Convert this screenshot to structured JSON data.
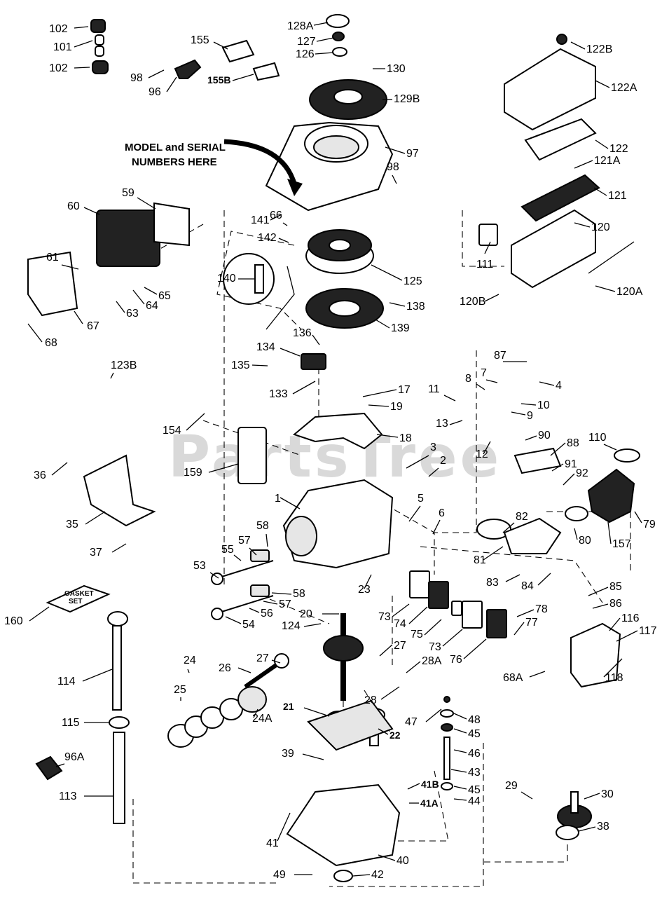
{
  "watermark": "PartsTree",
  "model_note": {
    "line1": "MODEL and SERIAL",
    "line2": "NUMBERS HERE"
  },
  "gasket_set": {
    "line1": "GASKET",
    "line2": "SET"
  },
  "callouts": [
    {
      "id": "102-top",
      "text": "102"
    },
    {
      "id": "101",
      "text": "101"
    },
    {
      "id": "102-bot",
      "text": "102"
    },
    {
      "id": "155",
      "text": "155"
    },
    {
      "id": "155B",
      "text": "155B"
    },
    {
      "id": "98-top",
      "text": "98"
    },
    {
      "id": "96",
      "text": "96"
    },
    {
      "id": "128A",
      "text": "128A"
    },
    {
      "id": "127",
      "text": "127"
    },
    {
      "id": "126",
      "text": "126"
    },
    {
      "id": "130",
      "text": "130"
    },
    {
      "id": "129B",
      "text": "129B"
    },
    {
      "id": "122B",
      "text": "122B"
    },
    {
      "id": "122A",
      "text": "122A"
    },
    {
      "id": "122",
      "text": "122"
    },
    {
      "id": "121A",
      "text": "121A"
    },
    {
      "id": "121",
      "text": "121"
    },
    {
      "id": "120",
      "text": "120"
    },
    {
      "id": "111",
      "text": "111"
    },
    {
      "id": "120B",
      "text": "120B"
    },
    {
      "id": "120A",
      "text": "120A"
    },
    {
      "id": "97",
      "text": "97"
    },
    {
      "id": "98-mid",
      "text": "98"
    },
    {
      "id": "59",
      "text": "59"
    },
    {
      "id": "60",
      "text": "60"
    },
    {
      "id": "141",
      "text": "141"
    },
    {
      "id": "66",
      "text": "66"
    },
    {
      "id": "142",
      "text": "142"
    },
    {
      "id": "140",
      "text": "140"
    },
    {
      "id": "125",
      "text": "125"
    },
    {
      "id": "138",
      "text": "138"
    },
    {
      "id": "139",
      "text": "139"
    },
    {
      "id": "61",
      "text": "61"
    },
    {
      "id": "65",
      "text": "65"
    },
    {
      "id": "64",
      "text": "64"
    },
    {
      "id": "63",
      "text": "63"
    },
    {
      "id": "67",
      "text": "67"
    },
    {
      "id": "68",
      "text": "68"
    },
    {
      "id": "136",
      "text": "136"
    },
    {
      "id": "134",
      "text": "134"
    },
    {
      "id": "135",
      "text": "135"
    },
    {
      "id": "133",
      "text": "133"
    },
    {
      "id": "123B",
      "text": "123B"
    },
    {
      "id": "87",
      "text": "87"
    },
    {
      "id": "7",
      "text": "7"
    },
    {
      "id": "8",
      "text": "8"
    },
    {
      "id": "4",
      "text": "4"
    },
    {
      "id": "11",
      "text": "11"
    },
    {
      "id": "10",
      "text": "10"
    },
    {
      "id": "9",
      "text": "9"
    },
    {
      "id": "17",
      "text": "17"
    },
    {
      "id": "19",
      "text": "19"
    },
    {
      "id": "13",
      "text": "13"
    },
    {
      "id": "12",
      "text": "12"
    },
    {
      "id": "154",
      "text": "154"
    },
    {
      "id": "18",
      "text": "18"
    },
    {
      "id": "3",
      "text": "3"
    },
    {
      "id": "2",
      "text": "2"
    },
    {
      "id": "90",
      "text": "90"
    },
    {
      "id": "88",
      "text": "88"
    },
    {
      "id": "110",
      "text": "110"
    },
    {
      "id": "91",
      "text": "91"
    },
    {
      "id": "92",
      "text": "92"
    },
    {
      "id": "36",
      "text": "36"
    },
    {
      "id": "159",
      "text": "159"
    },
    {
      "id": "1",
      "text": "1"
    },
    {
      "id": "5",
      "text": "5"
    },
    {
      "id": "6",
      "text": "6"
    },
    {
      "id": "82",
      "text": "82"
    },
    {
      "id": "79",
      "text": "79"
    },
    {
      "id": "80",
      "text": "80"
    },
    {
      "id": "157",
      "text": "157"
    },
    {
      "id": "35",
      "text": "35"
    },
    {
      "id": "37",
      "text": "37"
    },
    {
      "id": "58-top",
      "text": "58"
    },
    {
      "id": "57-top",
      "text": "57"
    },
    {
      "id": "55",
      "text": "55"
    },
    {
      "id": "53",
      "text": "53"
    },
    {
      "id": "81",
      "text": "81"
    },
    {
      "id": "83",
      "text": "83"
    },
    {
      "id": "84",
      "text": "84"
    },
    {
      "id": "23",
      "text": "23"
    },
    {
      "id": "58-bot",
      "text": "58"
    },
    {
      "id": "57-bot",
      "text": "57"
    },
    {
      "id": "56",
      "text": "56"
    },
    {
      "id": "54",
      "text": "54"
    },
    {
      "id": "85",
      "text": "85"
    },
    {
      "id": "86",
      "text": "86"
    },
    {
      "id": "160",
      "text": "160"
    },
    {
      "id": "20",
      "text": "20"
    },
    {
      "id": "124",
      "text": "124"
    },
    {
      "id": "73-a",
      "text": "73"
    },
    {
      "id": "74",
      "text": "74"
    },
    {
      "id": "75",
      "text": "75"
    },
    {
      "id": "78",
      "text": "78"
    },
    {
      "id": "77",
      "text": "77"
    },
    {
      "id": "116",
      "text": "116"
    },
    {
      "id": "117",
      "text": "117"
    },
    {
      "id": "73-b",
      "text": "73"
    },
    {
      "id": "76",
      "text": "76"
    },
    {
      "id": "114",
      "text": "114"
    },
    {
      "id": "24",
      "text": "24"
    },
    {
      "id": "26",
      "text": "26"
    },
    {
      "id": "27-a",
      "text": "27"
    },
    {
      "id": "27-b",
      "text": "27"
    },
    {
      "id": "28A",
      "text": "28A"
    },
    {
      "id": "68A",
      "text": "68A"
    },
    {
      "id": "118",
      "text": "118"
    },
    {
      "id": "25",
      "text": "25"
    },
    {
      "id": "28",
      "text": "28"
    },
    {
      "id": "21",
      "text": "21"
    },
    {
      "id": "24A",
      "text": "24A"
    },
    {
      "id": "47",
      "text": "47"
    },
    {
      "id": "48",
      "text": "48"
    },
    {
      "id": "22",
      "text": "22"
    },
    {
      "id": "45-top",
      "text": "45"
    },
    {
      "id": "115",
      "text": "115"
    },
    {
      "id": "46",
      "text": "46"
    },
    {
      "id": "39",
      "text": "39"
    },
    {
      "id": "96A",
      "text": "96A"
    },
    {
      "id": "43",
      "text": "43"
    },
    {
      "id": "41B",
      "text": "41B"
    },
    {
      "id": "45-bot",
      "text": "45"
    },
    {
      "id": "41A",
      "text": "41A"
    },
    {
      "id": "44",
      "text": "44"
    },
    {
      "id": "29",
      "text": "29"
    },
    {
      "id": "30",
      "text": "30"
    },
    {
      "id": "113",
      "text": "113"
    },
    {
      "id": "38",
      "text": "38"
    },
    {
      "id": "41",
      "text": "41"
    },
    {
      "id": "40",
      "text": "40"
    },
    {
      "id": "49",
      "text": "49"
    },
    {
      "id": "42",
      "text": "42"
    }
  ]
}
